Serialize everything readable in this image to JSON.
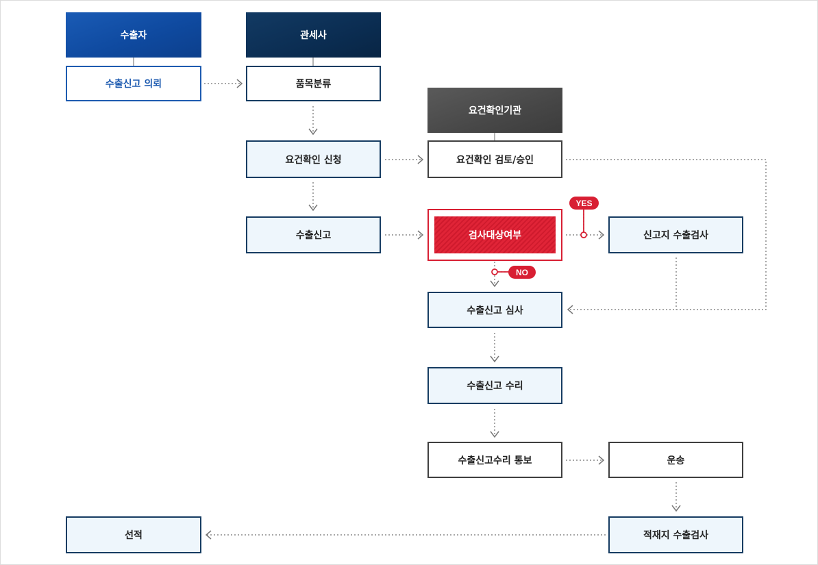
{
  "headers": {
    "exporter": "수출자",
    "customs_broker": "관세사",
    "requirement_agency": "요건확인기관"
  },
  "steps": {
    "export_request": "수출신고 의뢰",
    "classification": "품목분류",
    "requirement_apply": "요건확인 신청",
    "requirement_review": "요건확인 검토/승인",
    "export_declaration": "수출신고",
    "inspection_target": "검사대상여부",
    "declared_place_inspection": "신고지 수출검사",
    "declaration_review": "수출신고 심사",
    "declaration_acceptance": "수출신고 수리",
    "acceptance_notice": "수출신고수리 통보",
    "transport": "운송",
    "loading_place_inspection": "적재지 수출검사",
    "shipment": "선적"
  },
  "badges": {
    "yes": "YES",
    "no": "NO"
  },
  "colors": {
    "exporter_blue": "#1e5bb0",
    "broker_navy": "#163c62",
    "agency_gray": "#474747",
    "alert_red": "#d81f33",
    "light_fill": "#eef6fc"
  }
}
